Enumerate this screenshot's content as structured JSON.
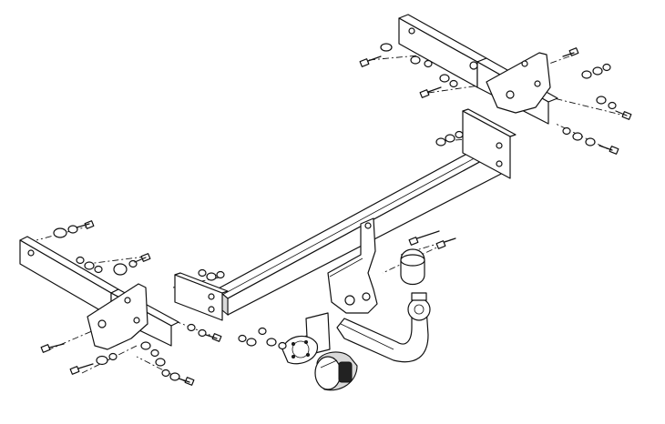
{
  "diagram": {
    "kind": "exploded-assembly",
    "subject": "tow bar",
    "colors": {
      "line": "#111111",
      "background": "#ffffff",
      "shade": "#d9d9d9"
    },
    "parts": [
      "main-crossbar",
      "left-side-bracket",
      "right-side-bracket",
      "left-end-plate",
      "right-end-plate",
      "center-mount-plate",
      "tow-ball-neck",
      "tow-ball-cap",
      "socket-plate",
      "electrical-socket"
    ],
    "fastener_groups": [
      "top-right-bolts",
      "right-bracket-bolts",
      "crossbar-end-nuts",
      "left-top-bolts",
      "left-bracket-bolts",
      "left-bottom-bolts",
      "center-bolts",
      "neck-clamp-nuts"
    ]
  }
}
